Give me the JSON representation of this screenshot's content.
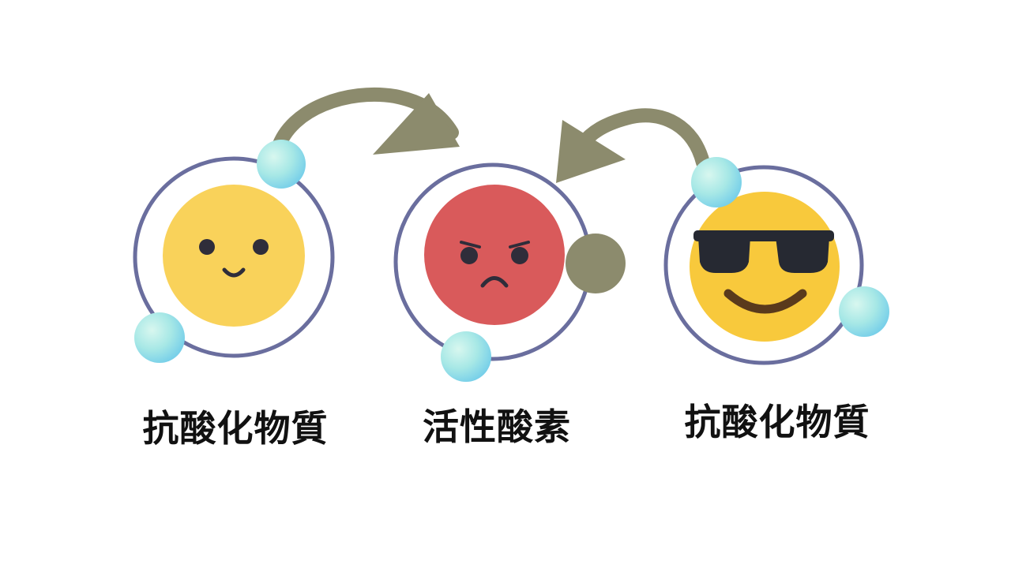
{
  "labels": {
    "left": "抗酸化物質",
    "center": "活性酸素",
    "right": "抗酸化物質"
  },
  "icons": {
    "left_face": "smiling-face-icon",
    "center_face": "angry-face-icon",
    "right_face": "sunglasses-face-icon",
    "electron": "electron-icon",
    "arrow": "curved-arrow-icon"
  },
  "colors": {
    "orbit": "#6a6e9e",
    "arrow": "#8c8b6d",
    "happy_face": "#f9d25a",
    "angry_face": "#d95a5b",
    "cool_face": "#f8c93c",
    "electron_light": "#cdf3ea",
    "electron_dark": "#7fd3e8",
    "missing_electron": "#8c8b6d",
    "feature_dark": "#2f2d3a"
  }
}
